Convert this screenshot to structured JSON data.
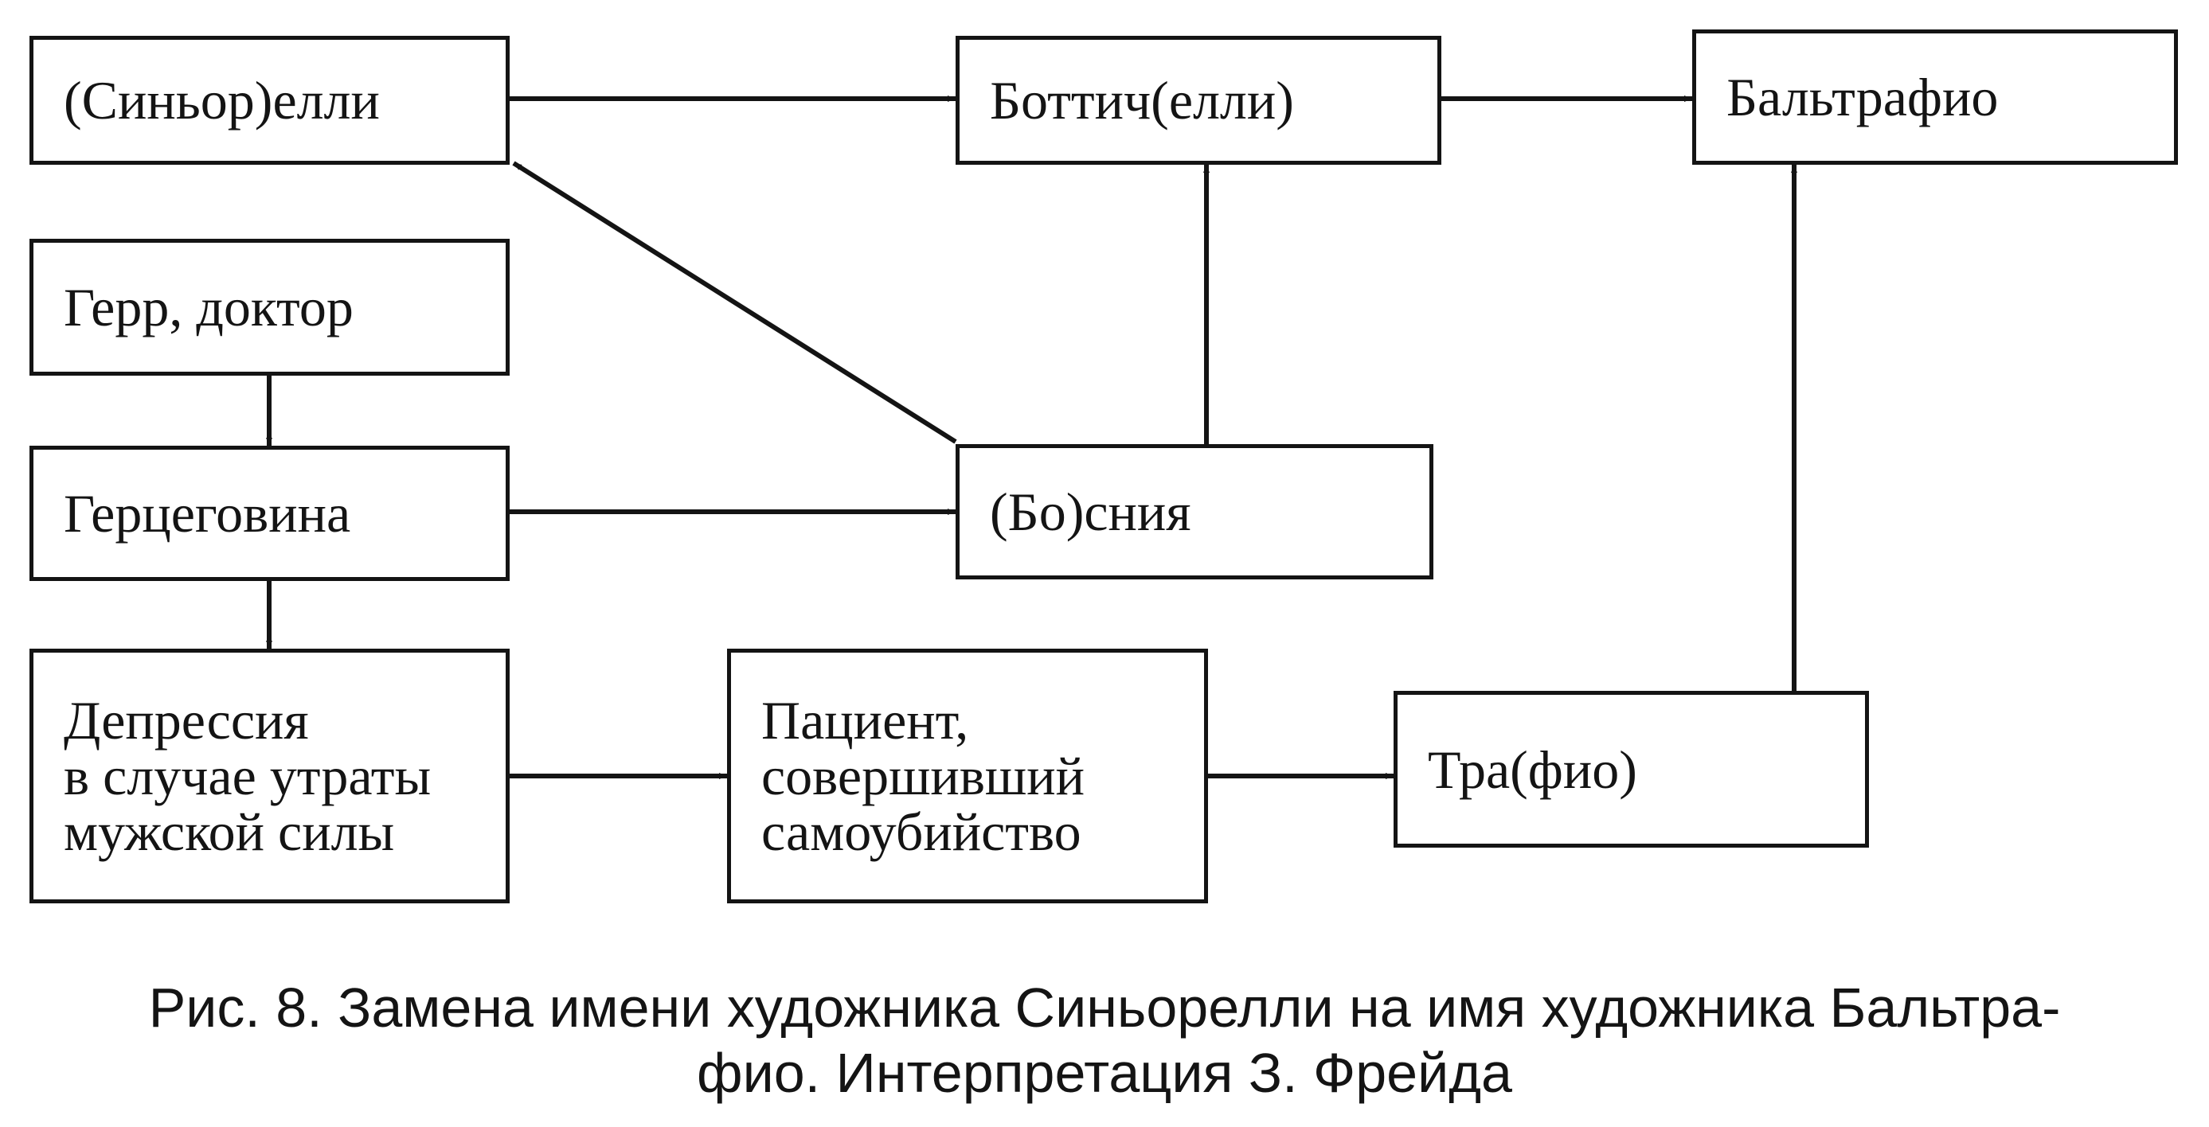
{
  "boxes": {
    "signorelli": [
      "(Синьор)елли"
    ],
    "botticelli": [
      "Боттич(елли)"
    ],
    "boltraffio": [
      "Бальтрафио"
    ],
    "herr_doktor": [
      "Герр, доктор"
    ],
    "herzegovina": [
      "Герцеговина"
    ],
    "bosnia": [
      "(Бо)сния"
    ],
    "depression": [
      "Депрессия",
      "в случае утраты",
      "мужской силы"
    ],
    "patient": [
      "Пациент,",
      "совершивший",
      "самоубийство"
    ],
    "trafoi": [
      "Тра(фио)"
    ]
  },
  "caption": [
    "Рис. 8. Замена имени художника Синьорелли на имя художника Бальтра-",
    "фио. Интерпретация З. Фрейда"
  ]
}
